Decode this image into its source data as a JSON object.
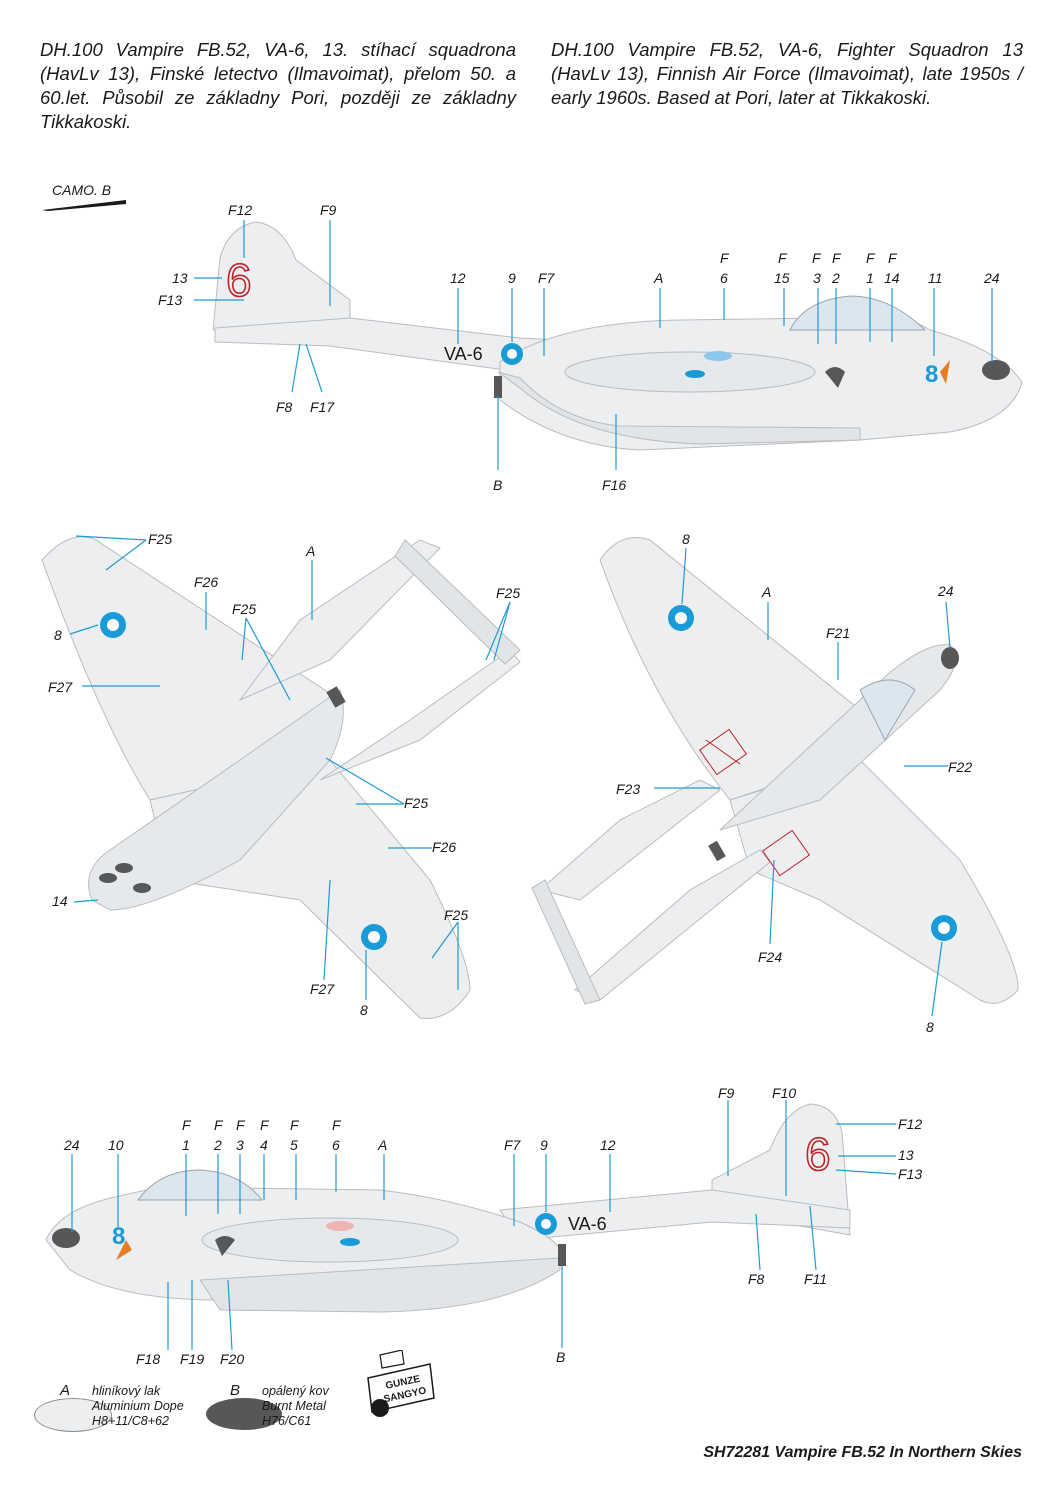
{
  "header": {
    "czech": "DH.100 Vampire FB.52, VA-6, 13. stíhací squadrona (HavLv 13), Finské letectvo (Ilmavoimat), přelom 50. a 60.let. Působil ze základny Pori, později ze základny Tikkakoski.",
    "english": "DH.100 Vampire FB.52, VA-6, Fighter Squadron 13 (HavLv 13), Finnish Air Force (Ilmavoimat), late 1950s / early 1960s. Based at Pori, later at Tikkakoski."
  },
  "camo_label": "CAMO. B",
  "aircraft": {
    "code": "VA-6",
    "tail_number": "6",
    "colors": {
      "aluminium": "#eceef0",
      "burnt_metal": "#555759",
      "roundel_blue": "#1a9ad6",
      "red": "#c0242a",
      "leader": "#1f9bd2"
    }
  },
  "callouts": {
    "left_side": [
      "F12",
      "F9",
      "13",
      "F13",
      "12",
      "9",
      "F7",
      "A",
      "F",
      "6",
      "F",
      "15",
      "F",
      "3",
      "F",
      "2",
      "F",
      "1",
      "F",
      "14",
      "11",
      "24",
      "F8",
      "F17",
      "B",
      "F16"
    ],
    "under": [
      "F25",
      "F26",
      "F25",
      "A",
      "F25",
      "8",
      "F27",
      "F25",
      "F26",
      "14",
      "F25",
      "F27",
      "8"
    ],
    "top": [
      "8",
      "A",
      "24",
      "F21",
      "F22",
      "F23",
      "F24",
      "8"
    ],
    "right_side": [
      "24",
      "10",
      "F",
      "1",
      "F",
      "2",
      "F",
      "3",
      "F",
      "4",
      "F",
      "5",
      "F",
      "6",
      "A",
      "F7",
      "9",
      "12",
      "F9",
      "F10",
      "F12",
      "13",
      "F13",
      "F8",
      "F11",
      "F18",
      "F19",
      "F20",
      "B"
    ]
  },
  "legend": {
    "a": {
      "letter": "A",
      "line1": "hliníkový lak",
      "line2": "Aluminium Dope",
      "line3": "H8+11/C8+62"
    },
    "b": {
      "letter": "B",
      "line1": "opálený kov",
      "line2": "Burnt Metal",
      "line3": "H76/C61"
    }
  },
  "brand": {
    "line1": "GUNZE",
    "line2": "SANGYO"
  },
  "footer": "SH72281 Vampire FB.52 In Northern Skies"
}
